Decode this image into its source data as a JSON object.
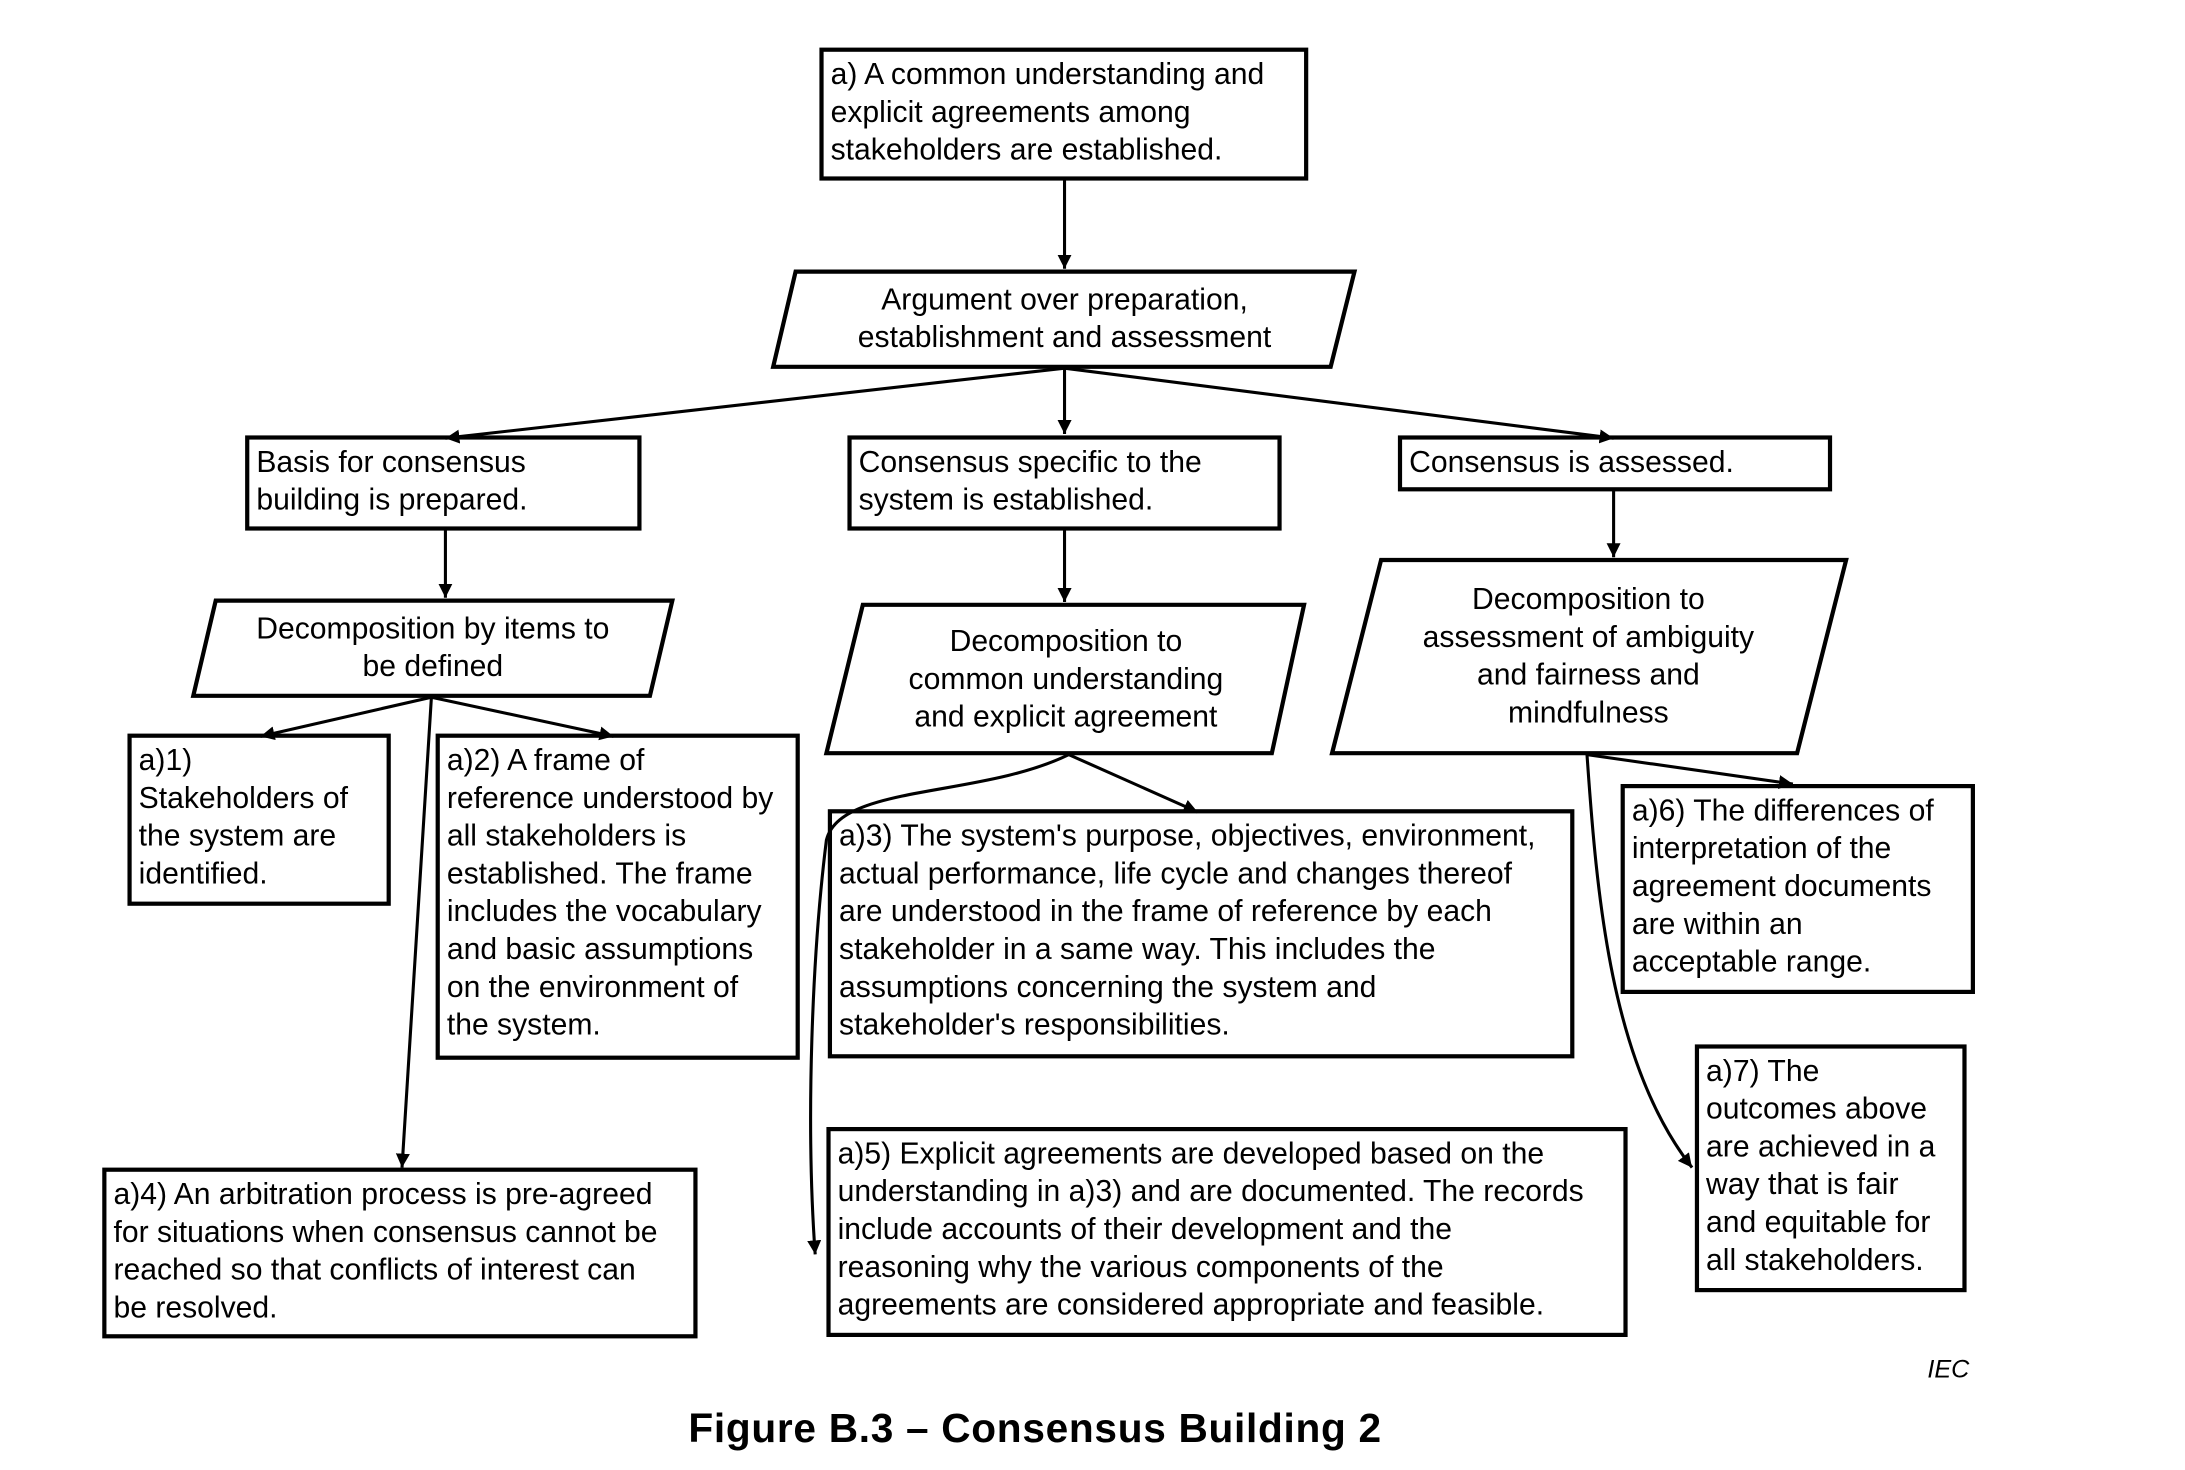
{
  "goals": {
    "top": "a) A common understanding and\nexplicit agreements among\nstakeholders are established.",
    "basis": "Basis for consensus\nbuilding is prepared.",
    "specific": "Consensus specific to the\nsystem is established.",
    "assessed": "Consensus is assessed.",
    "a1": "a)1)\nStakeholders of\nthe system are\nidentified.",
    "a2": "a)2) A frame of\nreference understood by\nall stakeholders is\nestablished. The frame\nincludes the vocabulary\nand basic assumptions\non the environment of\nthe system.",
    "a3": "a)3) The system's purpose, objectives, environment,\nactual performance, life cycle and changes thereof\nare understood in the frame of reference by each\nstakeholder in a same way. This includes the\nassumptions concerning the system and\nstakeholder's responsibilities.",
    "a4": "a)4) An arbitration process is pre-agreed\nfor situations when consensus cannot be\nreached so that conflicts of interest can\nbe resolved.",
    "a5": "a)5) Explicit agreements are developed based on the\nunderstanding in a)3) and are documented. The records\ninclude accounts of their development and the\nreasoning why the various components of the\nagreements are considered appropriate and feasible.",
    "a6": "a)6) The differences of\ninterpretation of the\nagreement documents\nare within an\nacceptable range.",
    "a7": "a)7) The\noutcomes above\nare achieved in a\nway that is fair\nand equitable for\nall stakeholders."
  },
  "strategies": {
    "argument": "Argument over preparation,\nestablishment and assessment",
    "items": "Decomposition by items to\nbe defined",
    "common": "Decomposition to\ncommon understanding\nand explicit agreement",
    "ambiguity": "Decomposition to\nassessment of ambiguity\nand fairness and\nmindfulness"
  },
  "source_mark": "IEC",
  "caption": "Figure B.3 – Consensus Building 2"
}
